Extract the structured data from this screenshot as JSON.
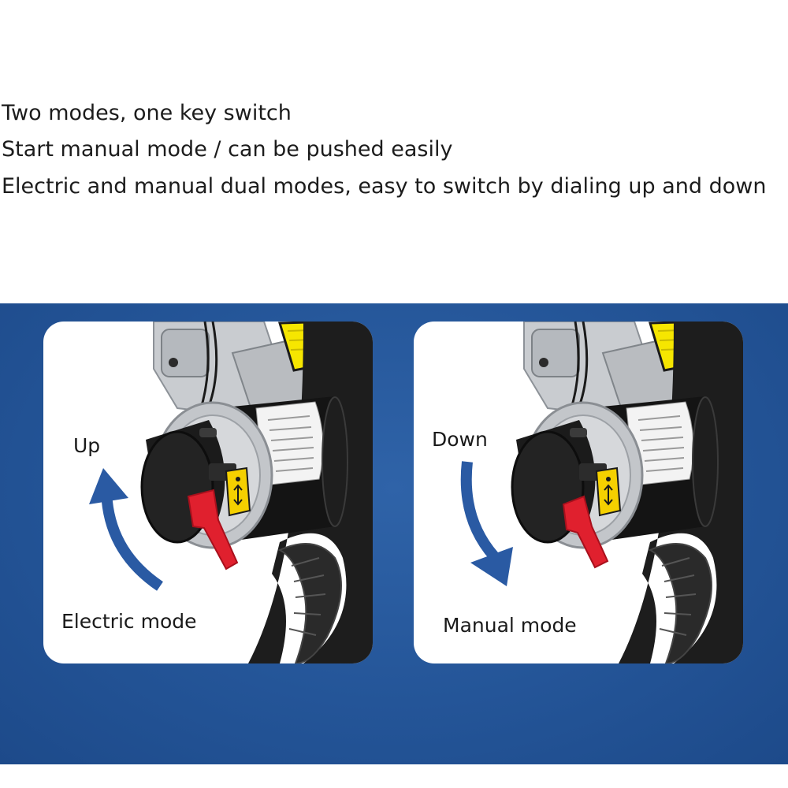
{
  "intro": {
    "line1": "Two modes, one key switch",
    "line2": "Start manual mode / can be pushed easily",
    "line3": "Electric and manual dual modes, easy to switch by dialing up and down"
  },
  "panels": {
    "left": {
      "direction": "Up",
      "mode": "Electric mode"
    },
    "right": {
      "direction": "Down",
      "mode": "Manual mode"
    }
  },
  "colors": {
    "band": "#245598",
    "arrow": "#2a5aa3",
    "lever": "#e0202e",
    "label_sticker": "#f5d000",
    "reflector": "#f6e600"
  },
  "icons": {
    "up_arrow": "curved-up-arrow-icon",
    "down_arrow": "curved-down-arrow-icon"
  }
}
